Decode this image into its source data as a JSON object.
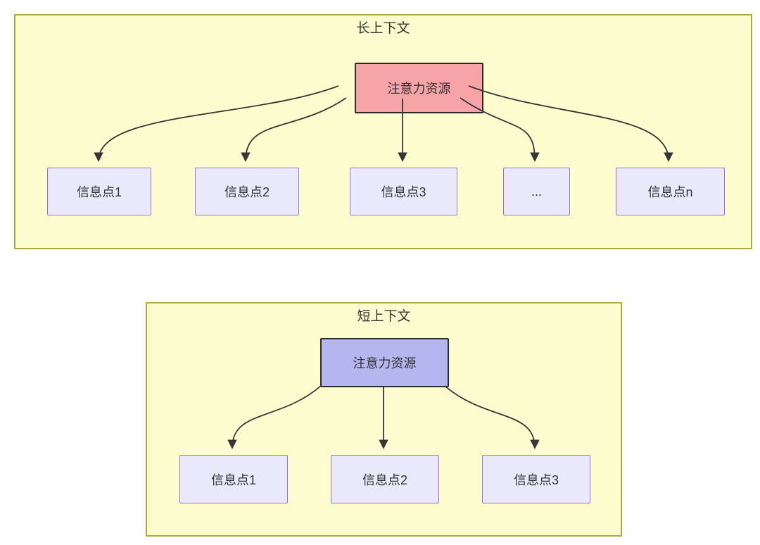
{
  "diagram": {
    "long_context": {
      "title": "长上下文",
      "attention_label": "注意力资源",
      "nodes": [
        "信息点1",
        "信息点2",
        "信息点3",
        "...",
        "信息点n"
      ]
    },
    "short_context": {
      "title": "短上下文",
      "attention_label": "注意力资源",
      "nodes": [
        "信息点1",
        "信息点2",
        "信息点3"
      ]
    },
    "colors": {
      "panel_bg": "#fcfcce",
      "panel_border": "#acac3c",
      "attention_long_bg": "#f7a4a8",
      "attention_short_bg": "#b5b5ef",
      "node_bg": "#e9e9fb",
      "node_border": "#9674d1",
      "attention_border": "#2b2b2b",
      "arrow": "#363636",
      "text": "#333333"
    }
  }
}
